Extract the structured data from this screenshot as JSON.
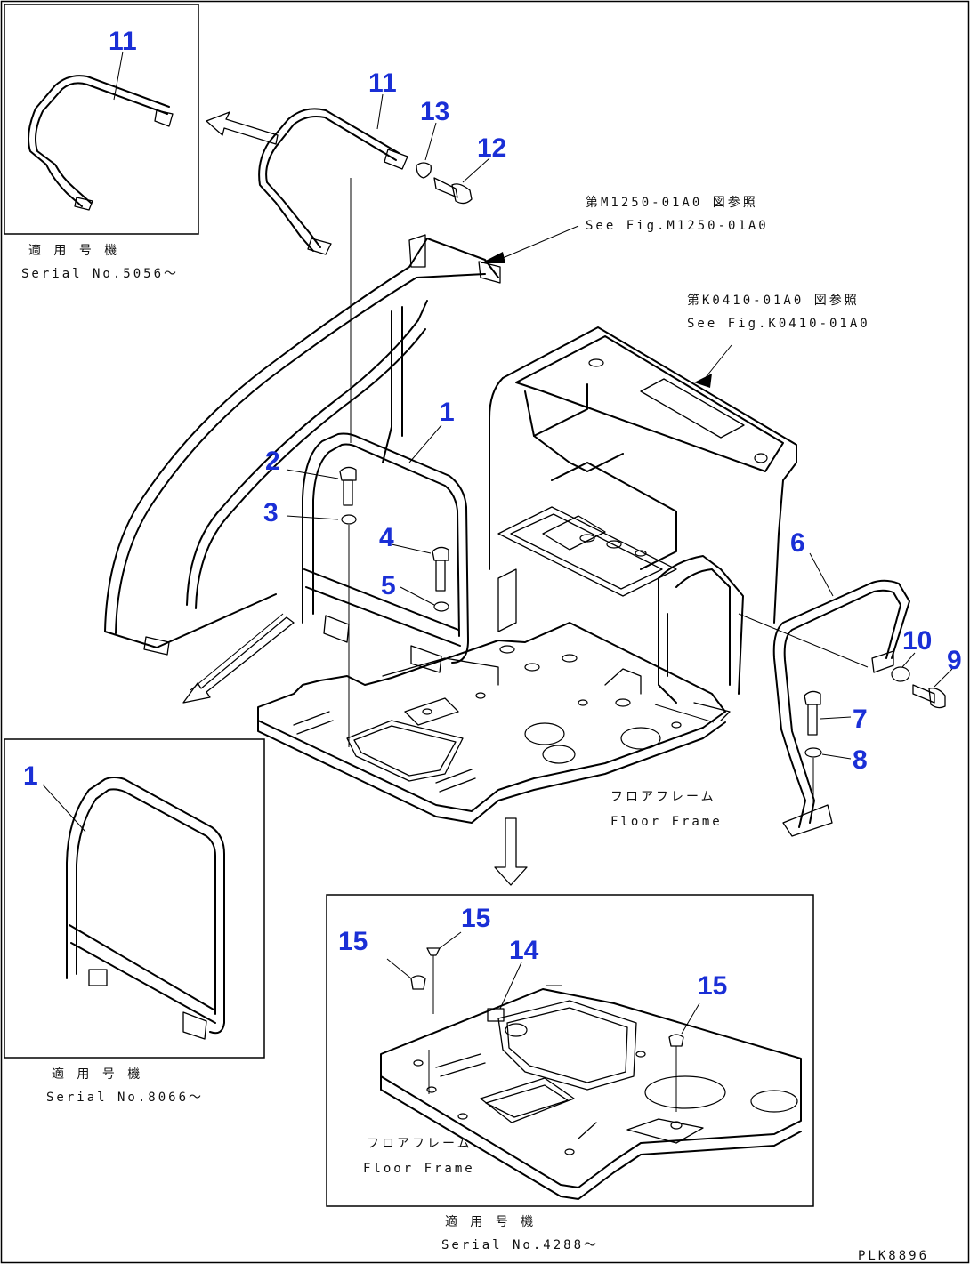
{
  "callouts": {
    "c11_inset": "11",
    "c11": "11",
    "c13": "13",
    "c12": "12",
    "c1": "1",
    "c2": "2",
    "c3": "3",
    "c4": "4",
    "c5": "5",
    "c6": "6",
    "c10": "10",
    "c9": "9",
    "c7": "7",
    "c8": "8",
    "c1_inset": "1",
    "c15_a": "15",
    "c15_b": "15",
    "c14": "14",
    "c15_c": "15"
  },
  "labels": {
    "ref1_jp": "第M1250-01A0 図参照",
    "ref1_en": "See Fig.M1250-01A0",
    "ref2_jp": "第K0410-01A0 図参照",
    "ref2_en": "See Fig.K0410-01A0",
    "floor_jp": "フロアフレーム",
    "floor_en": "Floor Frame",
    "floor2_jp": "フロアフレーム",
    "floor2_en": "Floor Frame",
    "inset1_jp": "適 用 号 機",
    "inset1_en": "Serial No.5056～",
    "inset2_jp": "適 用 号 機",
    "inset2_en": "Serial No.8066～",
    "inset3_jp": "適 用 号 機",
    "inset3_en": "Serial No.4288～",
    "figure_code": "PLK8896"
  }
}
